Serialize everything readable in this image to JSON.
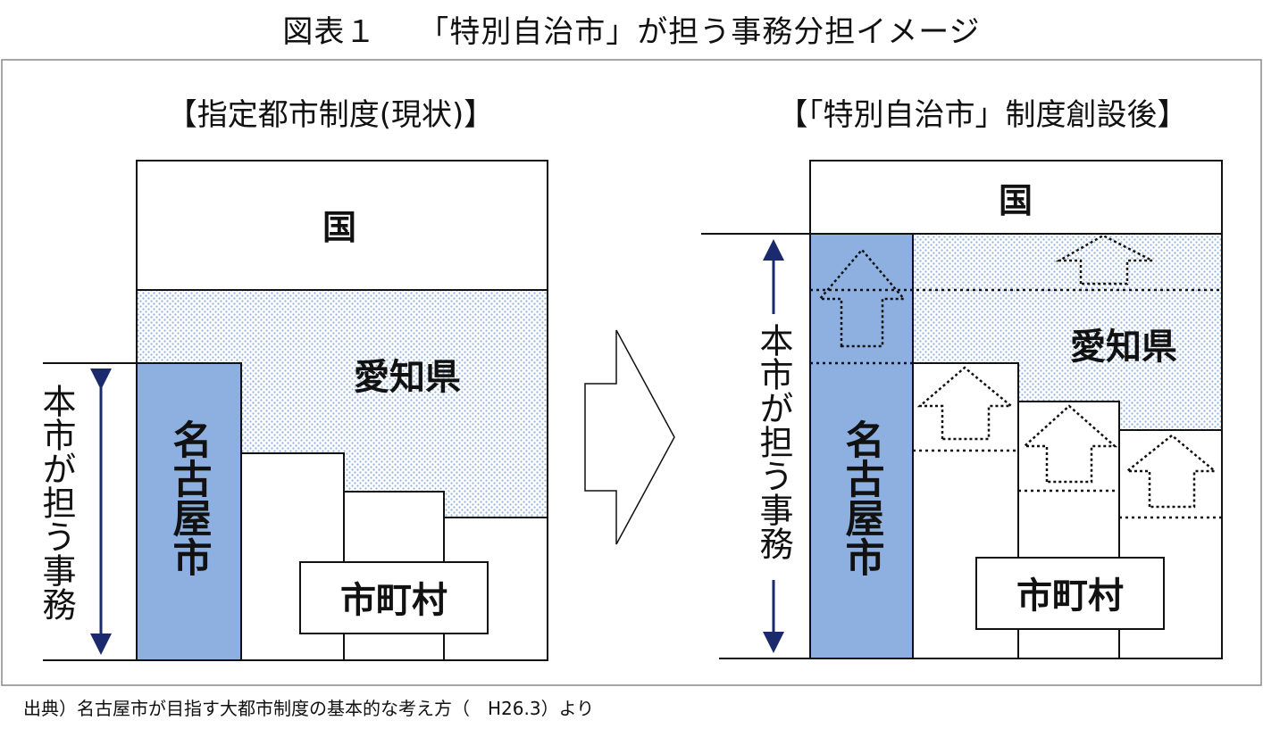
{
  "title": "図表１　 「特別自治市」が担う事務分担イメージ",
  "caption": "出典）名古屋市が目指す大都市制度の基本的な考え方（　H26.3）より",
  "colors": {
    "nagoya": "#8eb0e0",
    "dots": "#8fb0d8",
    "arrow": "#1a2a6c"
  },
  "left": {
    "heading": "【指定都市制度(現状)】",
    "kuni": "国",
    "aichi": "愛知県",
    "nagoya": "名古屋市",
    "municipalities": "市町村",
    "scope": "本市が担う事務"
  },
  "right": {
    "heading": "【「特別自治市」制度創設後】",
    "kuni": "国",
    "aichi": "愛知県",
    "nagoya": "名古屋市",
    "municipalities": "市町村",
    "scope": "本市が担う事務"
  }
}
